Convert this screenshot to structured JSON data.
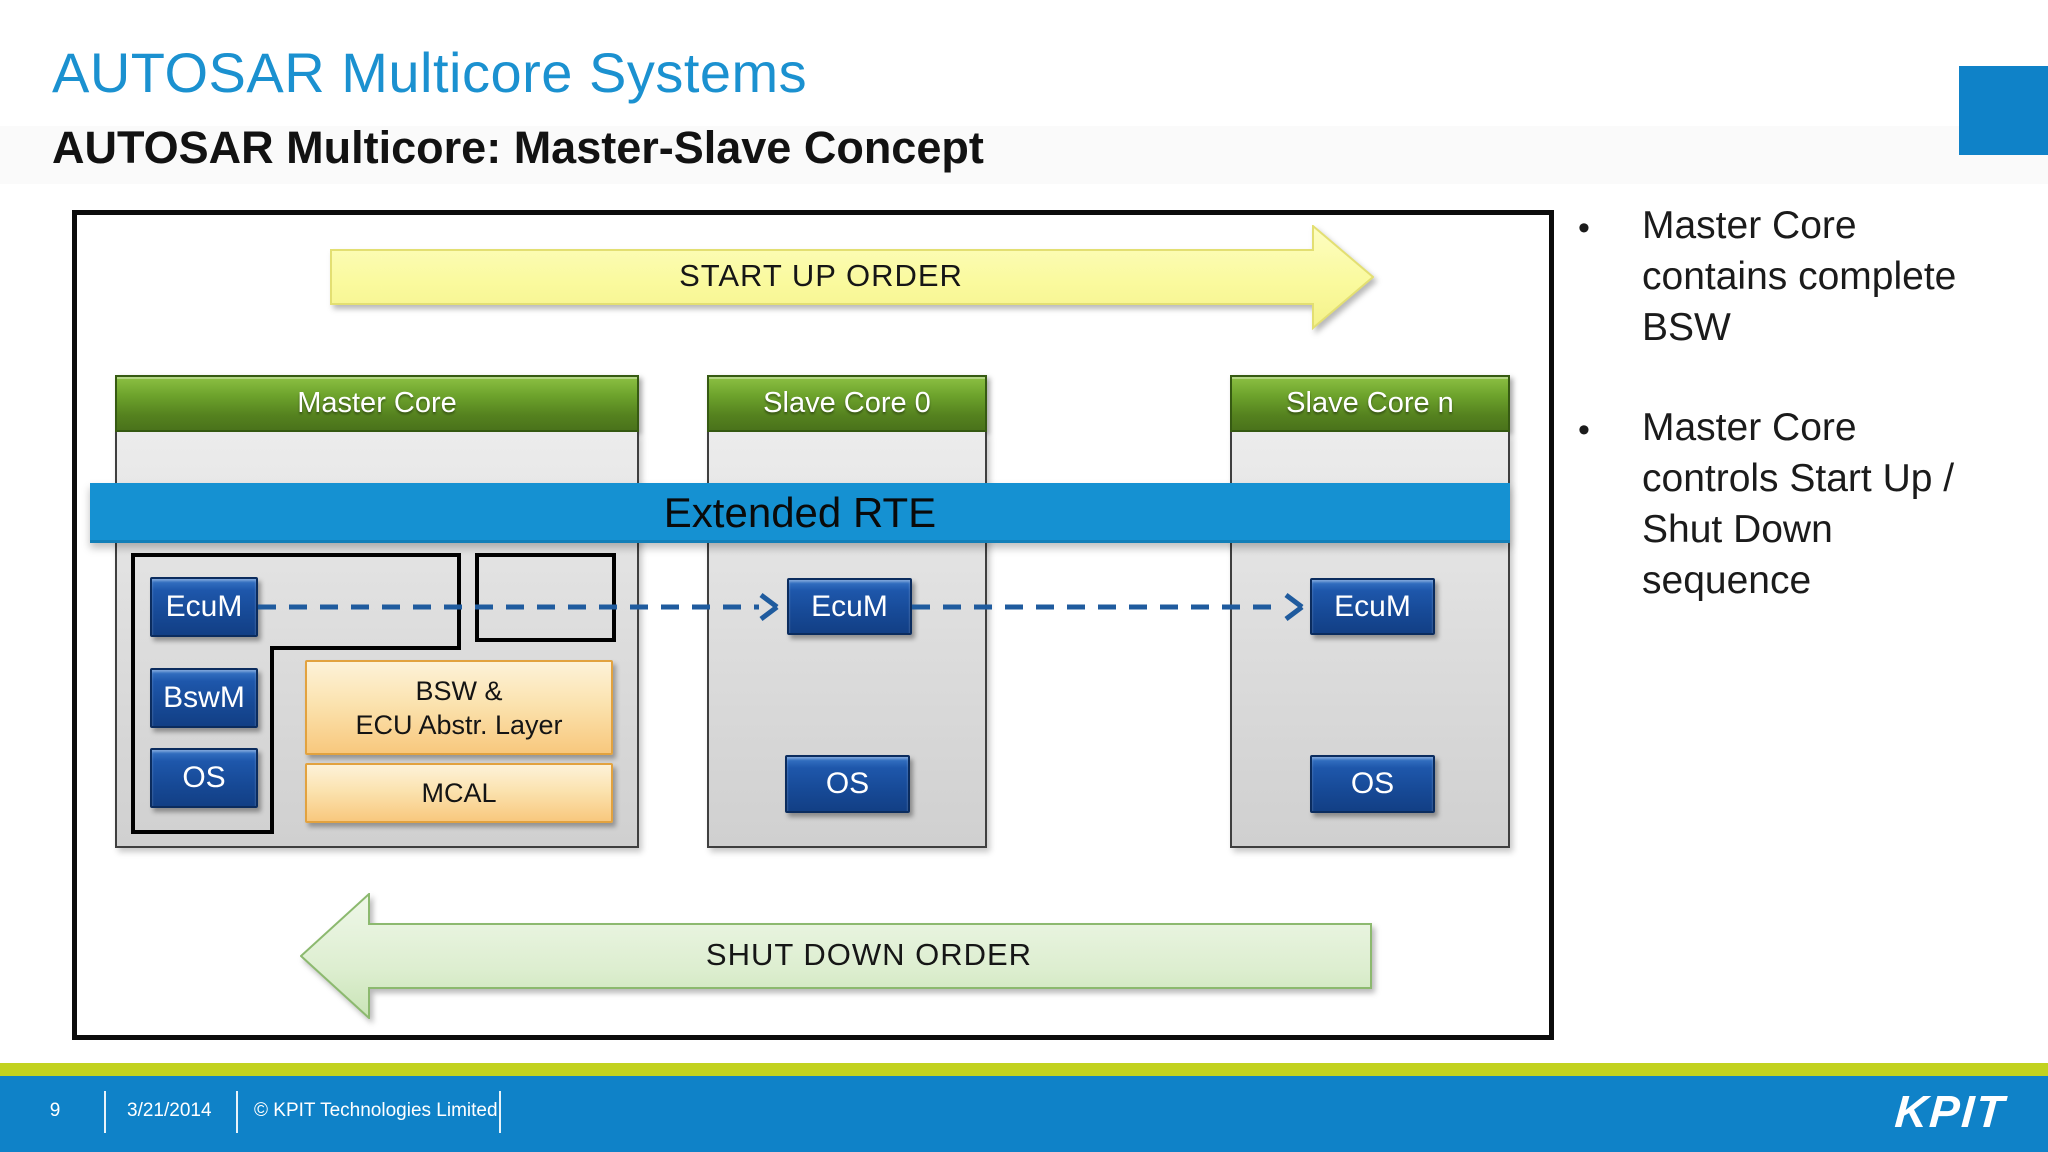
{
  "slide": {
    "title": "AUTOSAR Multicore Systems",
    "subtitle": "AUTOSAR Multicore: Master-Slave Concept"
  },
  "diagram": {
    "startup_label": "START UP ORDER",
    "shutdown_label": "SHUT DOWN ORDER",
    "rte_label": "Extended RTE",
    "master": {
      "header": "Master Core",
      "ecum": "EcuM",
      "bswm": "BswM",
      "os": "OS",
      "bsw_layer_line1": "BSW &",
      "bsw_layer_line2": "ECU Abstr. Layer",
      "mcal": "MCAL"
    },
    "slave0": {
      "header": "Slave Core 0",
      "ecum": "EcuM",
      "os": "OS"
    },
    "slave_n": {
      "header": "Slave Core n",
      "ecum": "EcuM",
      "os": "OS"
    }
  },
  "notes": {
    "bullets": [
      {
        "lines": [
          "Master Core",
          "contains complete",
          "BSW"
        ]
      },
      {
        "lines": [
          "Master Core",
          "controls Start Up /",
          "Shut Down",
          "sequence"
        ]
      }
    ]
  },
  "footer": {
    "page": "9",
    "date": "3/21/2014",
    "copyright": "© KPIT Technologies Limited",
    "logo": "KPIT"
  },
  "colors": {
    "title_blue": "#1b91d0",
    "rte_band_blue": "#1591d2",
    "corner_square_blue": "#0f82c8",
    "footer_blue": "#0f82c8",
    "footer_accent_chartreuse": "#c2d21f",
    "core_header_green": "#5d9427",
    "module_box_blue": "#1c55a8",
    "layer_box_orange": "#f8c87e",
    "startup_arrow_yellow": "#f9f79d",
    "shutdown_arrow_green": "#d9edcc",
    "connector_dashed_blue": "#1f5b9e"
  }
}
